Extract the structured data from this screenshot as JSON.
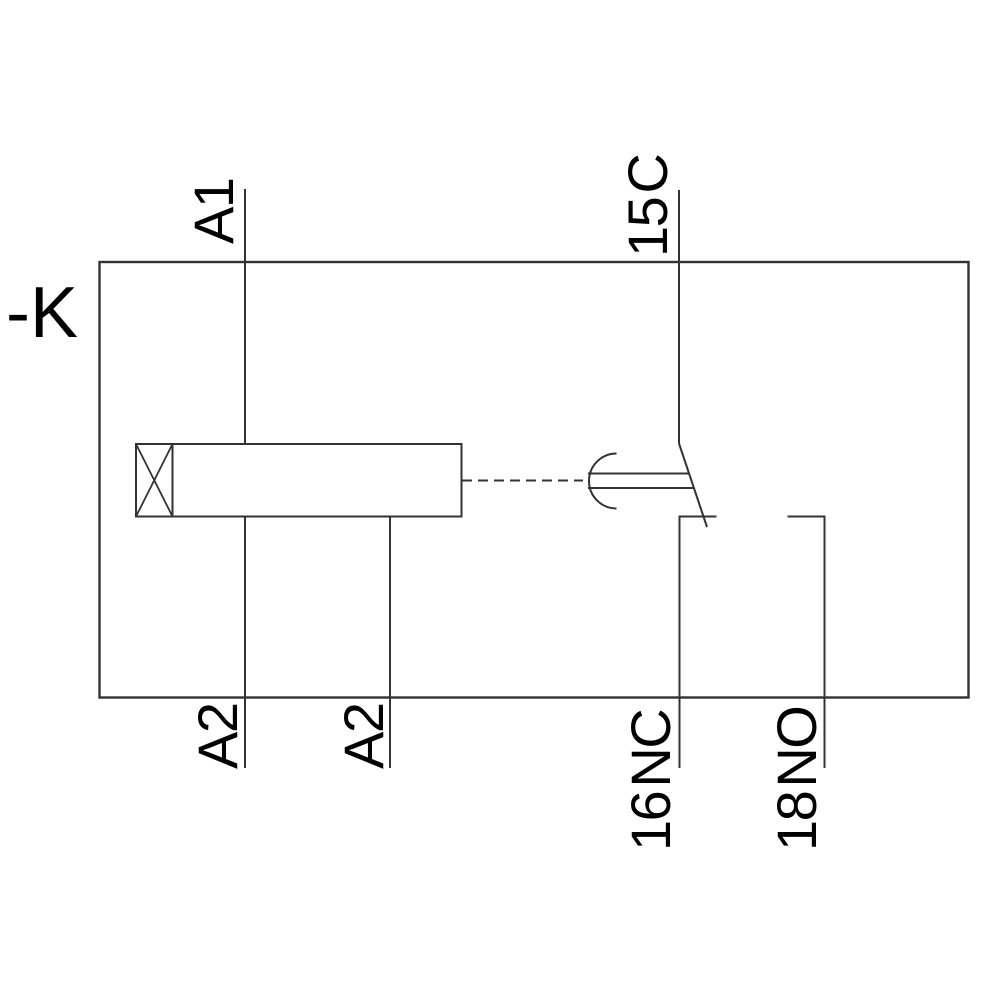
{
  "schematic": {
    "device_label": "-K",
    "terminal_labels": {
      "coil_top": "A1",
      "coil_bottom": "A2",
      "aux_bottom": "A2",
      "common_top": "15 C",
      "nc_bottom": "16 NC",
      "no_bottom": "18 NO"
    },
    "symbols": {
      "coil": "relay-coil-with-cross-box",
      "contact": "changeover-contact-nc-closed",
      "link": "dashed-mechanical-link"
    },
    "colors": {
      "line": "#333333",
      "text": "#000000",
      "background": "#ffffff"
    }
  }
}
